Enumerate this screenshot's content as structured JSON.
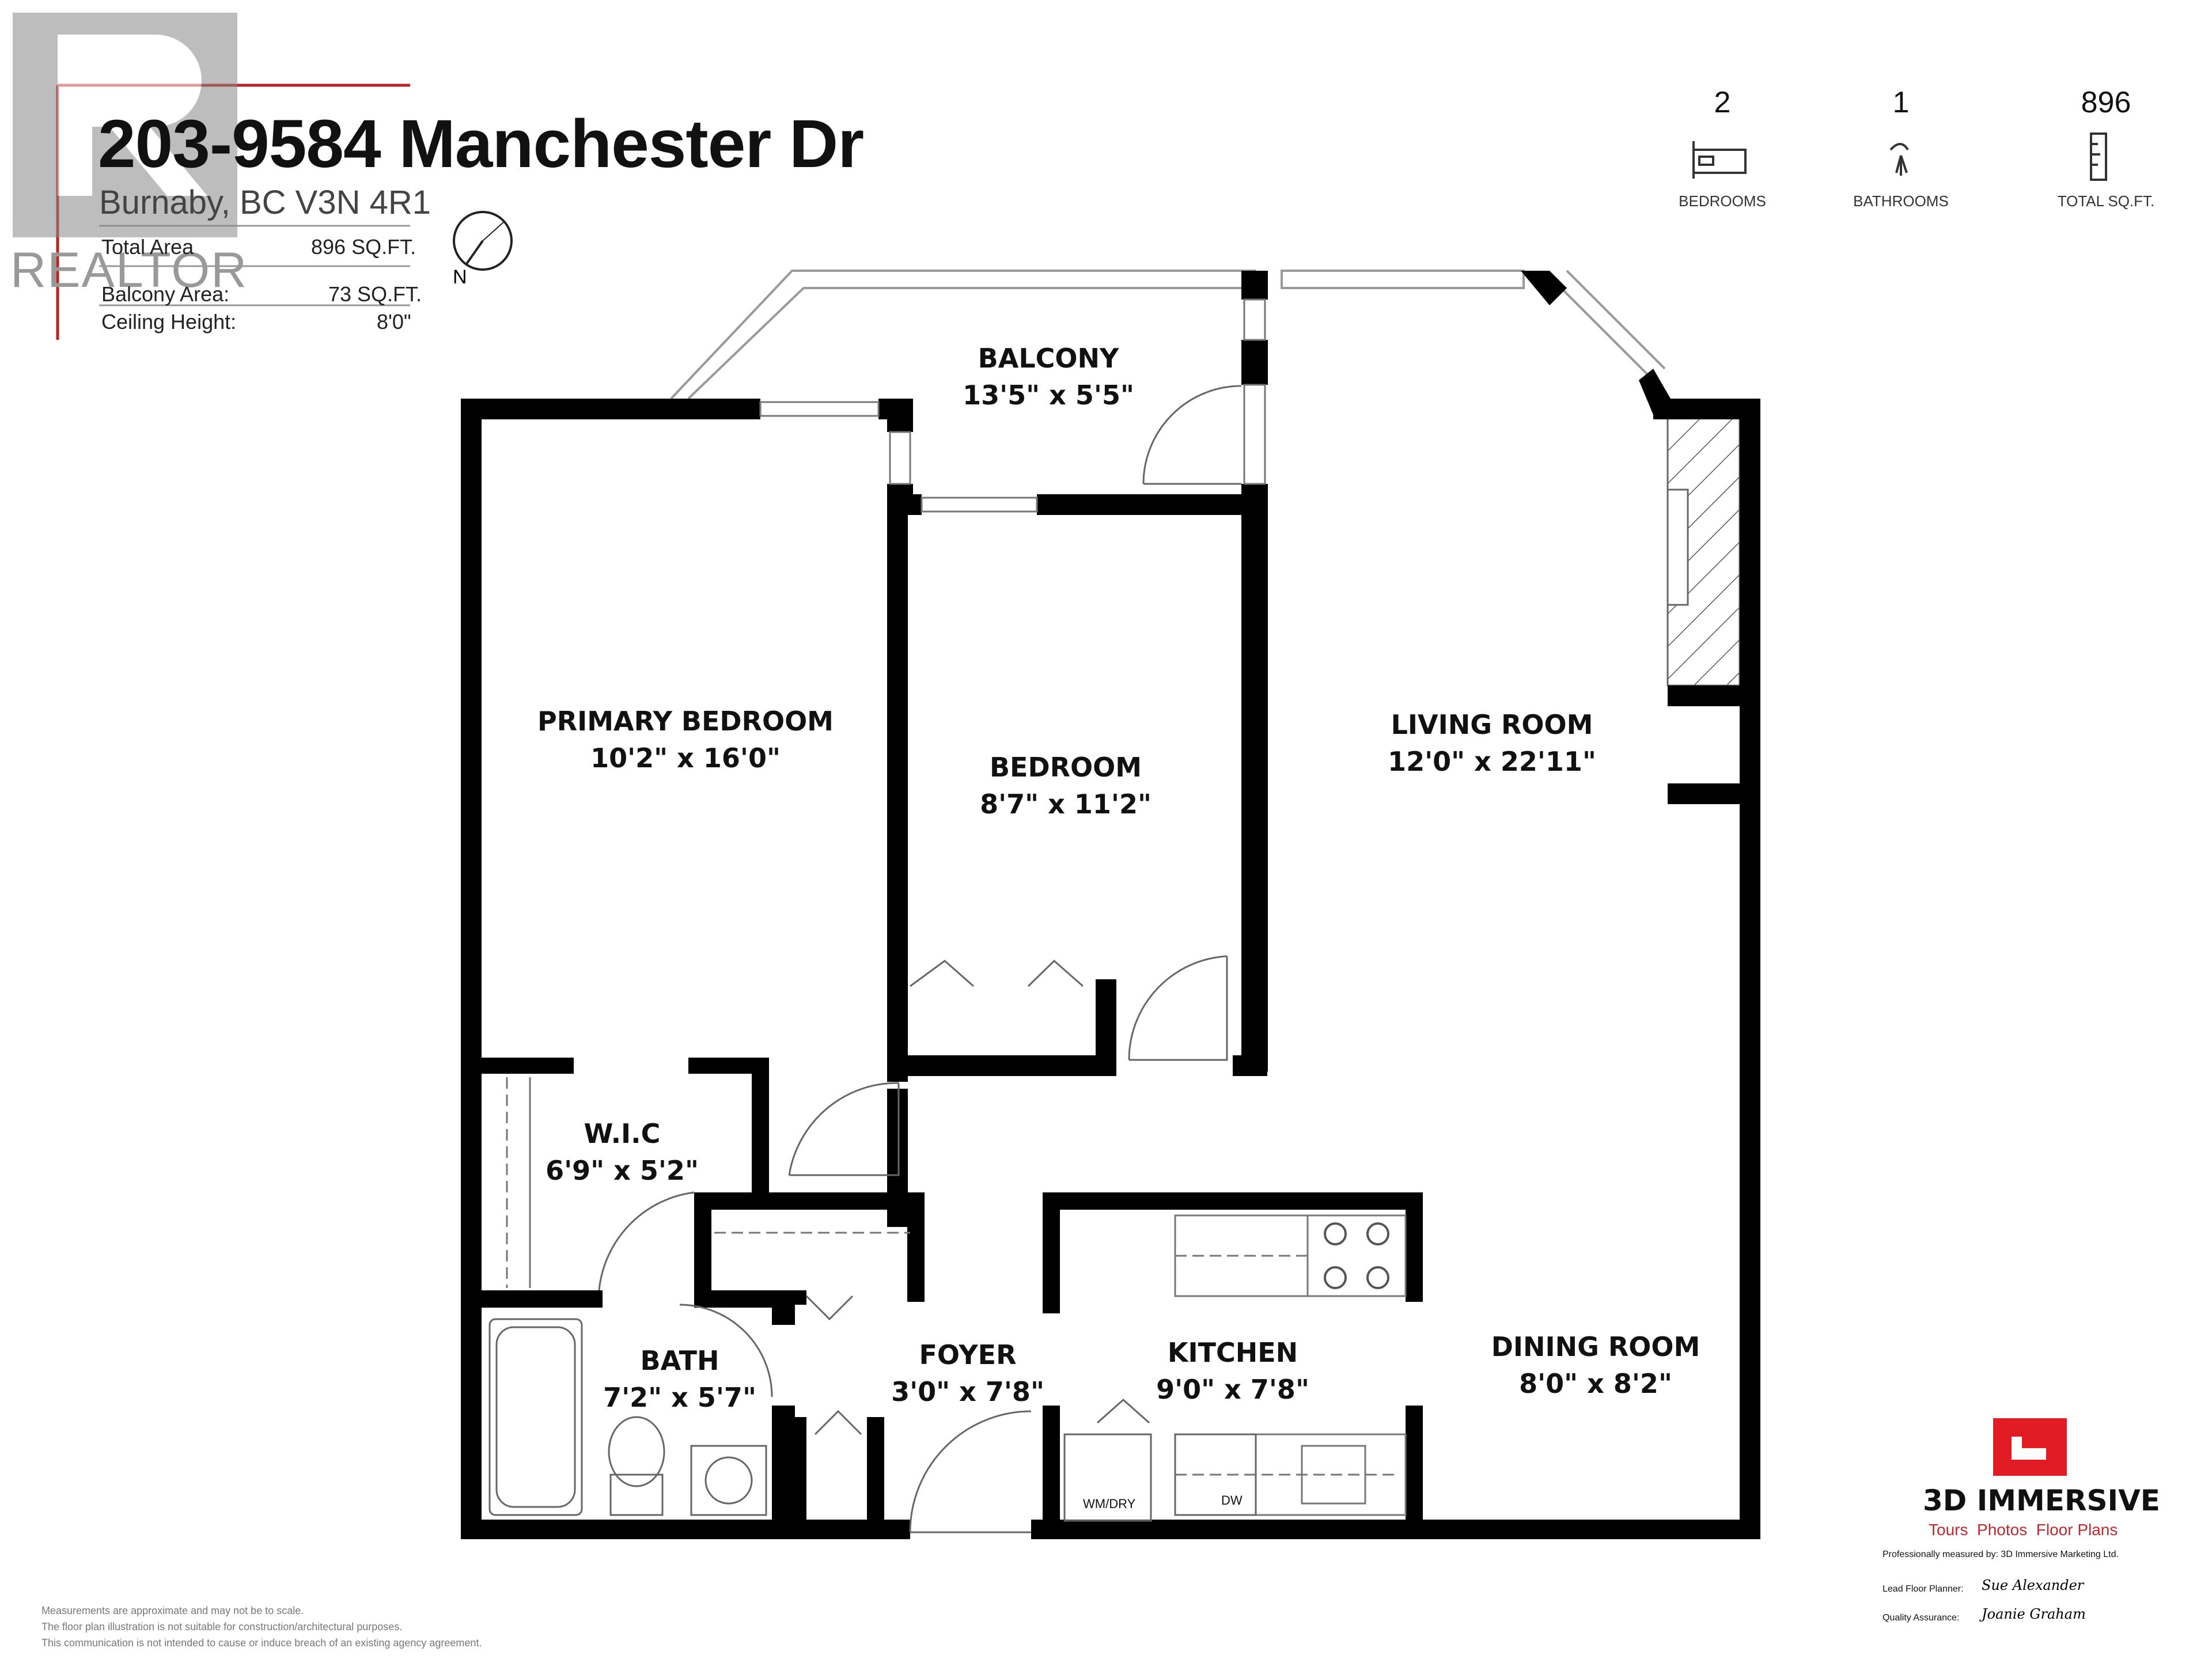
{
  "header": {
    "title": "203-9584 Manchester Dr",
    "address": "Burnaby, BC V3N 4R1",
    "watermark": "REALTOR",
    "total_area_label": "Total Area",
    "total_area_value": "896 SQ.FT.",
    "balcony_area_label": "Balcony Area:",
    "balcony_area_value": "73 SQ.FT.",
    "ceiling_height_label": "Ceiling Height:",
    "ceiling_height_value": "8'0\"",
    "compass_label": "N"
  },
  "stats": [
    {
      "value": "2",
      "label": "BEDROOMS",
      "icon": "bed-icon"
    },
    {
      "value": "1",
      "label": "BATHROOMS",
      "icon": "shower-icon"
    },
    {
      "value": "896",
      "label": "TOTAL SQ.FT.",
      "icon": "ruler-icon"
    }
  ],
  "rooms": {
    "balcony": {
      "name": "BALCONY",
      "dims": "13'5\" x 5'5\""
    },
    "primary_bedroom": {
      "name": "PRIMARY BEDROOM",
      "dims": "10'2\" x 16'0\""
    },
    "bedroom": {
      "name": "BEDROOM",
      "dims": "8'7\" x 11'2\""
    },
    "living_room": {
      "name": "LIVING ROOM",
      "dims": "12'0\" x 22'11\""
    },
    "wic": {
      "name": "W.I.C",
      "dims": "6'9\" x 5'2\""
    },
    "bath": {
      "name": "BATH",
      "dims": "7'2\" x 5'7\""
    },
    "foyer": {
      "name": "FOYER",
      "dims": "3'0\" x 7'8\""
    },
    "kitchen": {
      "name": "KITCHEN",
      "dims": "9'0\" x 7'8\""
    },
    "dining_room": {
      "name": "DINING ROOM",
      "dims": "8'0\" x 8'2\""
    }
  },
  "appliances": {
    "washer_dryer": "WM/DRY",
    "dishwasher": "DW"
  },
  "branding": {
    "name": "3D IMMERSIVE",
    "tagline": "Tours  Photos  Floor Plans",
    "measured_by": "Professionally measured by: 3D Immersive Marketing Ltd.",
    "lead_planner_label": "Lead Floor Planner:",
    "lead_planner_sig": "Sue Alexander",
    "qa_label": "Quality Assurance:",
    "qa_sig": "Joanie Graham",
    "colors": {
      "brand_red": "#e21c24"
    }
  },
  "disclaimer": [
    "Measurements are approximate and may not be to scale.",
    "The floor plan illustration is not suitable for construction/architectural purposes.",
    "This communication is not intended to cause or induce breach of an existing agency agreement."
  ]
}
